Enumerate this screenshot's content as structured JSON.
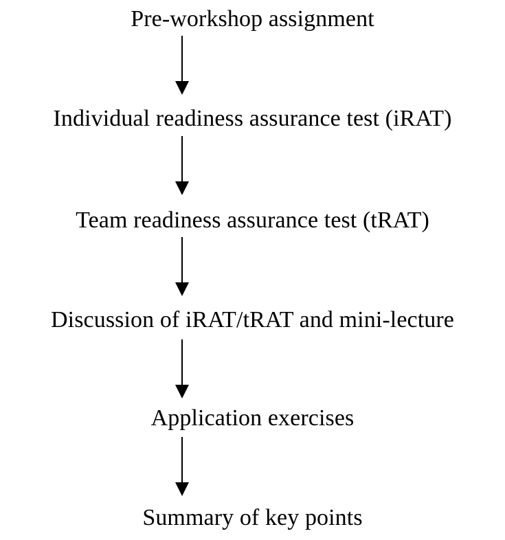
{
  "flow": {
    "steps": [
      {
        "label": "Pre-workshop assignment"
      },
      {
        "label": "Individual readiness assurance test (iRAT)"
      },
      {
        "label": "Team readiness assurance test (tRAT)"
      },
      {
        "label": "Discussion of iRAT/tRAT and mini-lecture"
      },
      {
        "label": "Application exercises"
      },
      {
        "label": "Summary of key points"
      }
    ],
    "arrow_color": "#000000",
    "text_color": "#000000"
  }
}
